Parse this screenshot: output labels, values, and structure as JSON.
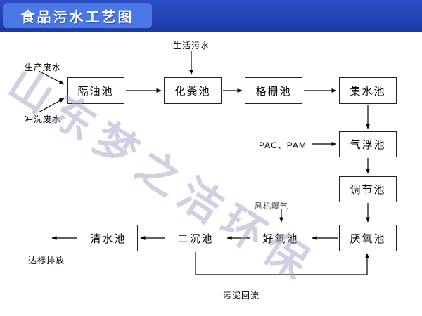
{
  "header": {
    "title": "食品污水工艺图"
  },
  "watermark": {
    "text": "山东梦之洁环保"
  },
  "nodes": {
    "oil_separation": "隔油池",
    "septic": "化粪池",
    "grid": "格栅池",
    "collecting": "集水池",
    "air_flotation": "气浮池",
    "regulating": "调节池",
    "anaerobic": "厌氧池",
    "aerobic": "好氧池",
    "secondary_sedimentation": "二沉池",
    "clear_water": "清水池"
  },
  "labels": {
    "production_wastewater": "生产废水",
    "rinse_wastewater": "冲洗废水",
    "domestic_sewage": "生活污水",
    "pac_pam": "PAC、PAM",
    "blower_aeration": "风机曝气",
    "standard_discharge": "达标排放",
    "sludge_return": "污泥回流"
  },
  "colors": {
    "header_bar": "#2b4fc7",
    "header_bar_dark": "#1d3aa8",
    "header_chip": "#4a78e6",
    "watermark": "#a89fc4"
  }
}
